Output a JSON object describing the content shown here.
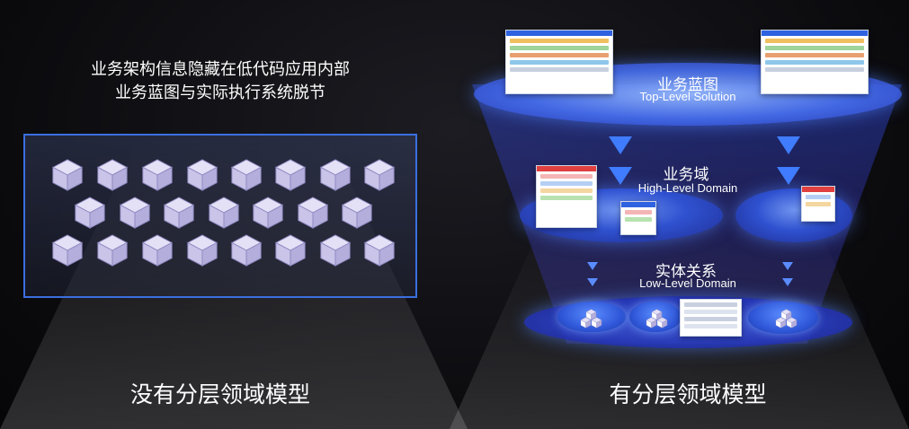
{
  "left": {
    "caption_line1": "业务架构信息隐藏在低代码应用内部",
    "caption_line2": "业务蓝图与实际执行系统脱节",
    "bottom_label": "没有分层领域模型"
  },
  "right": {
    "bottom_label": "有分层领域模型",
    "tiers": [
      {
        "title": "业务蓝图",
        "subtitle": "Top-Level Solution"
      },
      {
        "title": "业务域",
        "subtitle": "High-Level Domain"
      },
      {
        "title": "实体关系",
        "subtitle": "Low-Level Domain"
      }
    ]
  },
  "colors": {
    "accent_blue": "#3b6fe0",
    "cube_face": "#c9c4e8"
  },
  "icons": {
    "cube": "cube-icon",
    "arrow": "arrow-down-icon"
  }
}
